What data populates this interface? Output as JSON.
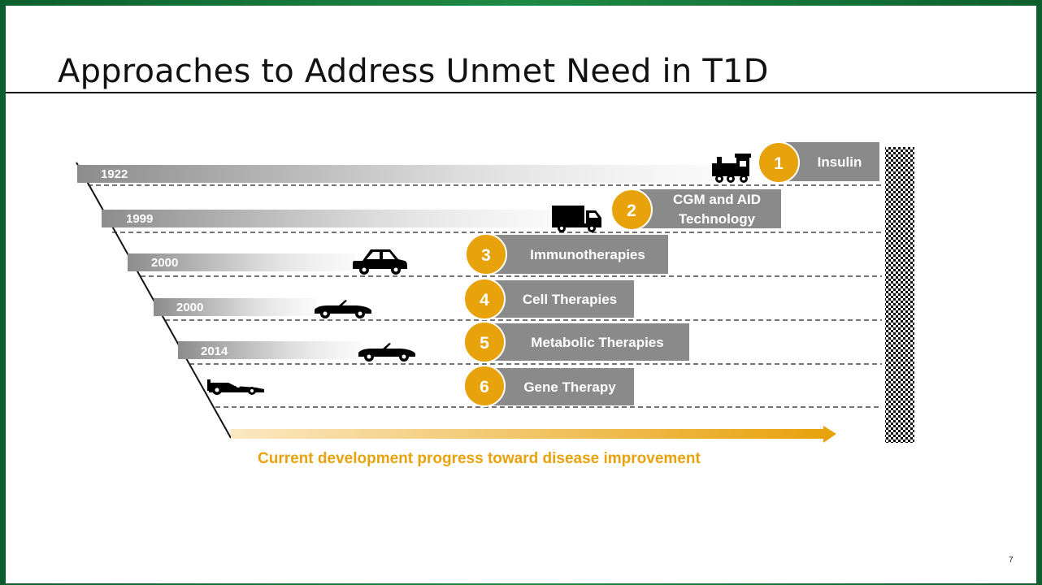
{
  "slide": {
    "title": "Approaches to Address Unmet Need in T1D",
    "page_number": "7"
  },
  "colors": {
    "background_green": "#1d8a45",
    "accent_gold": "#e8a20c",
    "box_gray": "#8a8a8a",
    "gradient_dark": "#8c8c8c"
  },
  "diagram": {
    "rows": [
      {
        "number": "1",
        "year": "1922",
        "vehicle_icon": "train-icon",
        "label_lines": [
          "Insulin"
        ]
      },
      {
        "number": "2",
        "year": "1999",
        "vehicle_icon": "truck-icon",
        "label_lines": [
          "CGM and AID",
          "Technology"
        ]
      },
      {
        "number": "3",
        "year": "2000",
        "vehicle_icon": "sedan-icon",
        "label_lines": [
          "Immunotherapies"
        ]
      },
      {
        "number": "4",
        "year": "2000",
        "vehicle_icon": "convertible-icon",
        "label_lines": [
          "Cell Therapies"
        ]
      },
      {
        "number": "5",
        "year": "2014",
        "vehicle_icon": "convertible-icon",
        "label_lines": [
          "Metabolic Therapies"
        ]
      },
      {
        "number": "6",
        "year": "",
        "vehicle_icon": "race-car-icon",
        "label_lines": [
          "Gene Therapy"
        ]
      }
    ],
    "progress_label": "Current development progress toward disease improvement",
    "finish_flag_icon": "checkered-flag-icon"
  }
}
